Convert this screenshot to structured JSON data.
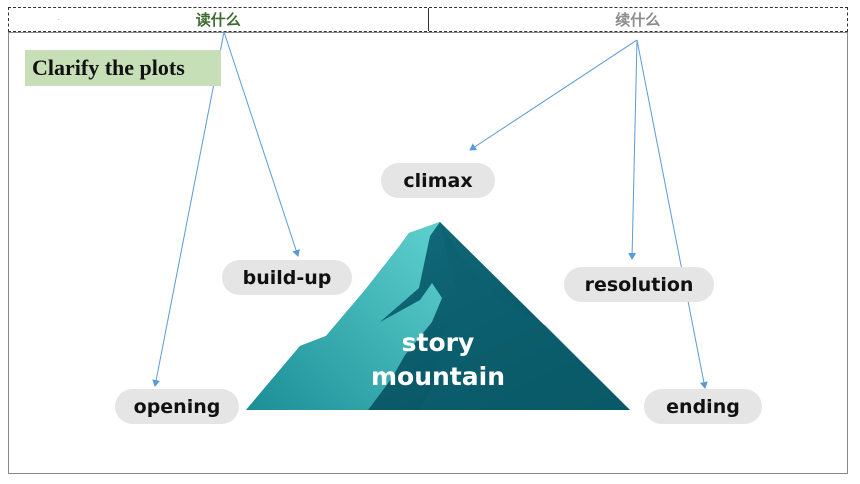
{
  "header": {
    "left_tab": "读什么",
    "right_tab": "续什么"
  },
  "section_title": "Clarify the plots",
  "stages": {
    "climax": "climax",
    "build_up": "build-up",
    "resolution": "resolution",
    "opening": "opening",
    "ending": "ending"
  },
  "mountain": {
    "line1": "story",
    "line2": "mountain"
  },
  "colors": {
    "arrow": "#5b9bd5",
    "mountain_light": "#3fb3b5",
    "mountain_dark": "#0a5a6a",
    "badge": "#c6dfb6",
    "pill": "#e5e5e5"
  }
}
